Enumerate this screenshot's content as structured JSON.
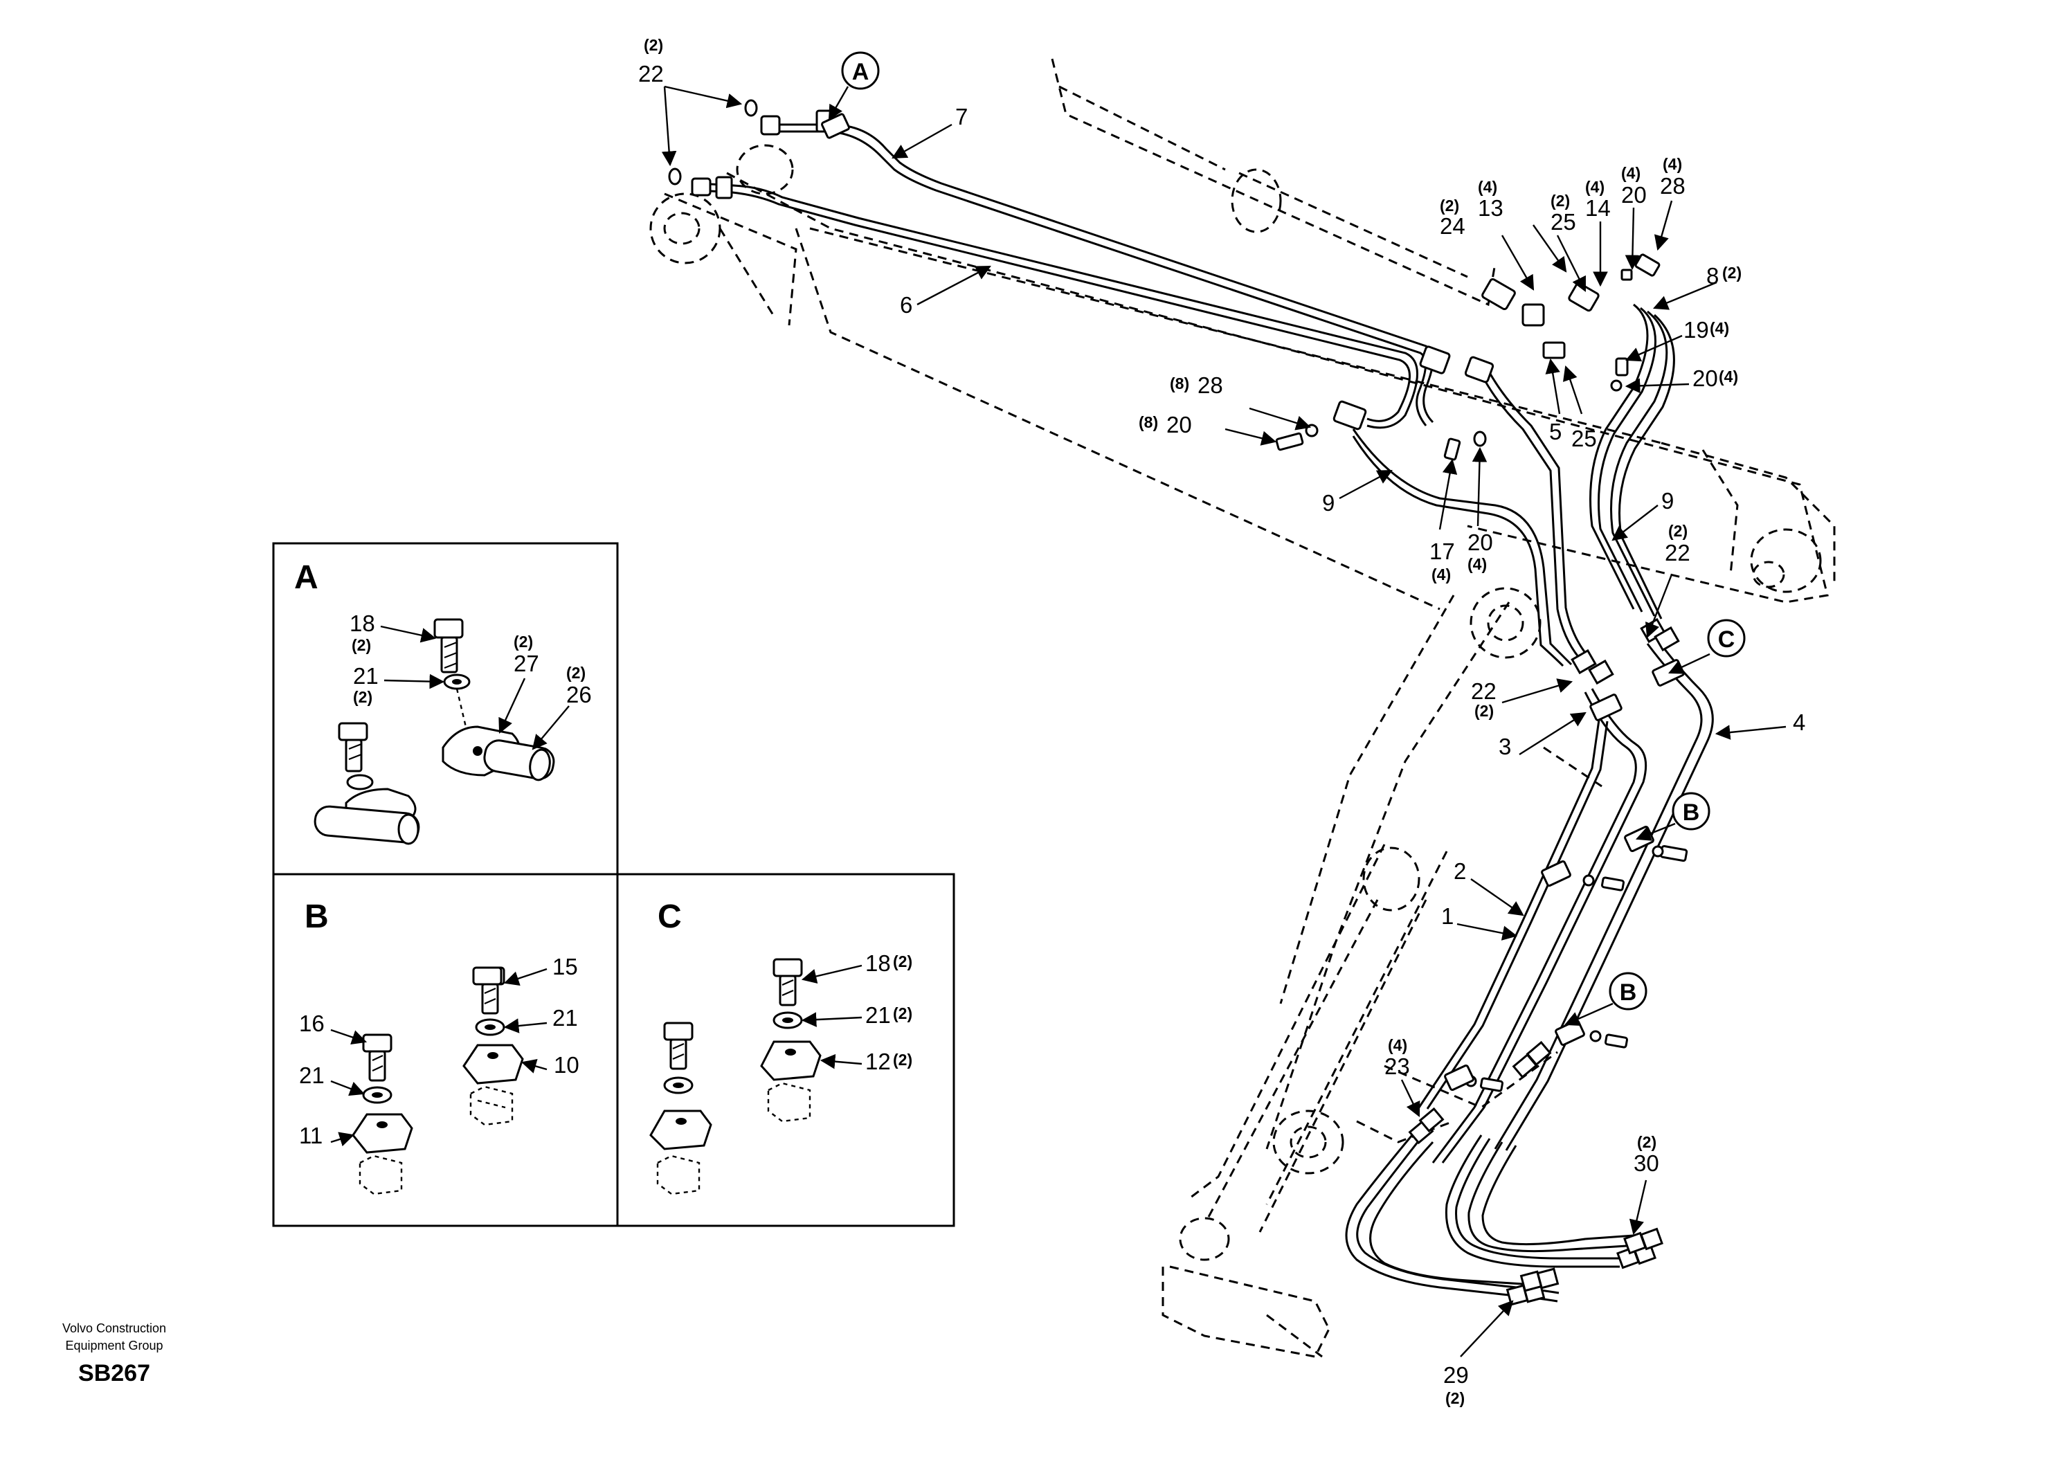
{
  "footer": {
    "company_line1": "Volvo Construction",
    "company_line2": "Equipment Group",
    "code": "SB267"
  },
  "callouts": {
    "A": "A",
    "B": "B",
    "C": "C"
  },
  "detail_views": {
    "A": {
      "title": "A",
      "labels": [
        "18",
        "(2)",
        "21",
        "(2)",
        "(2)",
        "27",
        "(2)",
        "26"
      ]
    },
    "B": {
      "title": "B",
      "labels": [
        "15",
        "16",
        "21",
        "21",
        "10",
        "11"
      ]
    },
    "C": {
      "title": "C",
      "labels": [
        "18",
        "(2)",
        "21",
        "(2)",
        "12",
        "(2)"
      ]
    }
  },
  "part_labels": {
    "p22_top_qty": "(2)",
    "p22_top": "22",
    "p7": "7",
    "p6": "6",
    "p24_qty": "(2)",
    "p24": "24",
    "p13_qty": "(4)",
    "p13": "13",
    "p25_top_qty": "(2)",
    "p25_top": "25",
    "p14_qty": "(4)",
    "p14": "14",
    "p20_top_qty": "(4)",
    "p20_top": "20",
    "p28_top_qty": "(4)",
    "p28_top": "28",
    "p8": "8",
    "p8_qty": "(2)",
    "p19": "19",
    "p19_qty": "(4)",
    "p20_right": "20",
    "p20_right_qty": "(4)",
    "p28_left_qty": "(8)",
    "p28_left": "28",
    "p20_left_qty": "(8)",
    "p20_left": "20",
    "p5": "5",
    "p25_mid": "25",
    "p9_left": "9",
    "p9_right": "9",
    "p17": "17",
    "p17_qty": "(4)",
    "p20_mid": "20",
    "p20_mid_qty": "(4)",
    "p22_right_qty": "(2)",
    "p22_right": "22",
    "p22_mid": "22",
    "p22_mid_qty": "(2)",
    "p3": "3",
    "p4": "4",
    "p2": "2",
    "p1": "1",
    "p23_qty": "(4)",
    "p23": "23",
    "p30_qty": "(2)",
    "p30": "30",
    "p29": "29",
    "p29_qty": "(2)"
  }
}
